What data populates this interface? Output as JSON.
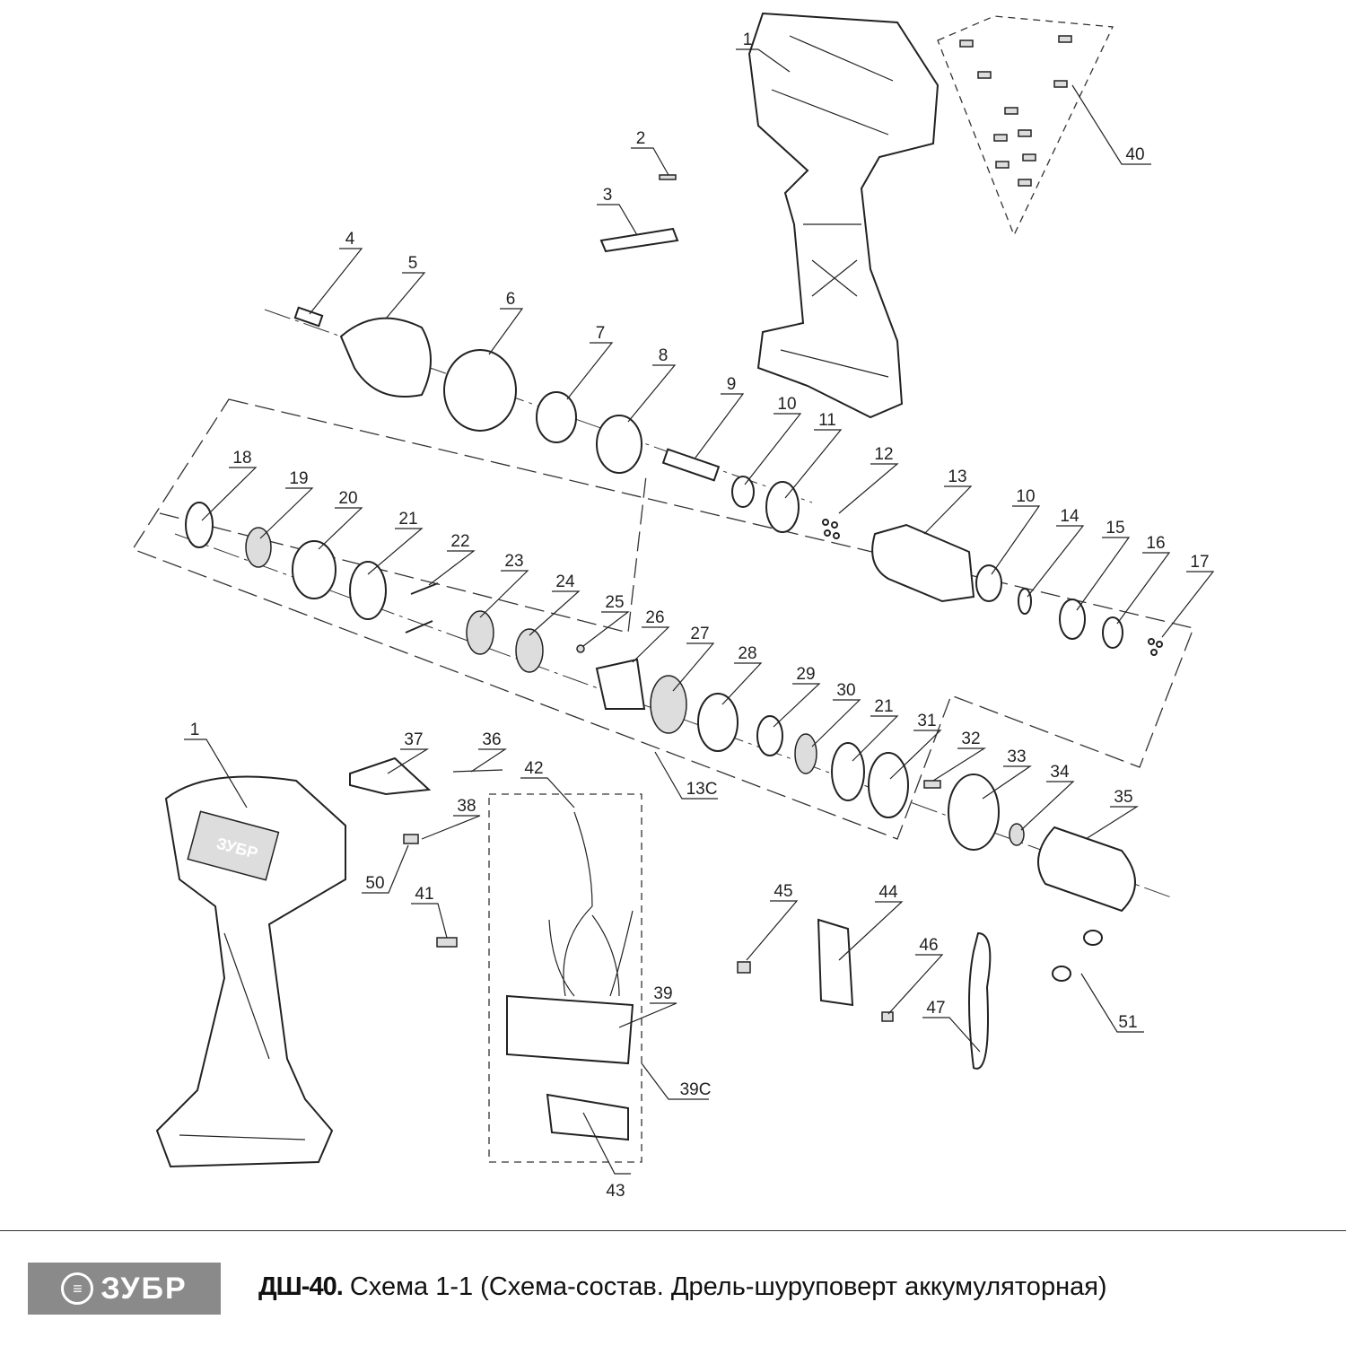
{
  "diagram": {
    "labels": {
      "p1_top": "1",
      "p2": "2",
      "p3": "3",
      "p4": "4",
      "p5": "5",
      "p6": "6",
      "p7": "7",
      "p8": "8",
      "p9": "9",
      "p10a": "10",
      "p11": "11",
      "p12": "12",
      "p13": "13",
      "p10b": "10",
      "p14": "14",
      "p15": "15",
      "p16": "16",
      "p17": "17",
      "p18": "18",
      "p19": "19",
      "p20": "20",
      "p21a": "21",
      "p22": "22",
      "p23": "23",
      "p24": "24",
      "p25": "25",
      "p26": "26",
      "p27": "27",
      "p28": "28",
      "p29": "29",
      "p30": "30",
      "p21b": "21",
      "p31": "31",
      "p32": "32",
      "p33": "33",
      "p34": "34",
      "p35": "35",
      "p13c": "13C",
      "p36": "36",
      "p37": "37",
      "p38": "38",
      "p50": "50",
      "p41": "41",
      "p42": "42",
      "p39": "39",
      "p39c": "39C",
      "p43": "43",
      "p44": "44",
      "p45": "45",
      "p46": "46",
      "p47": "47",
      "p51": "51",
      "p40": "40",
      "p1_bottom": "1"
    },
    "logo_on_tool": "ЗУБР"
  },
  "footer": {
    "logo_text": "ЗУБР",
    "model": "ДШ-40.",
    "caption": " Схема 1-1 (Схема-состав. Дрель-шуруповерт аккумуляторная)"
  }
}
